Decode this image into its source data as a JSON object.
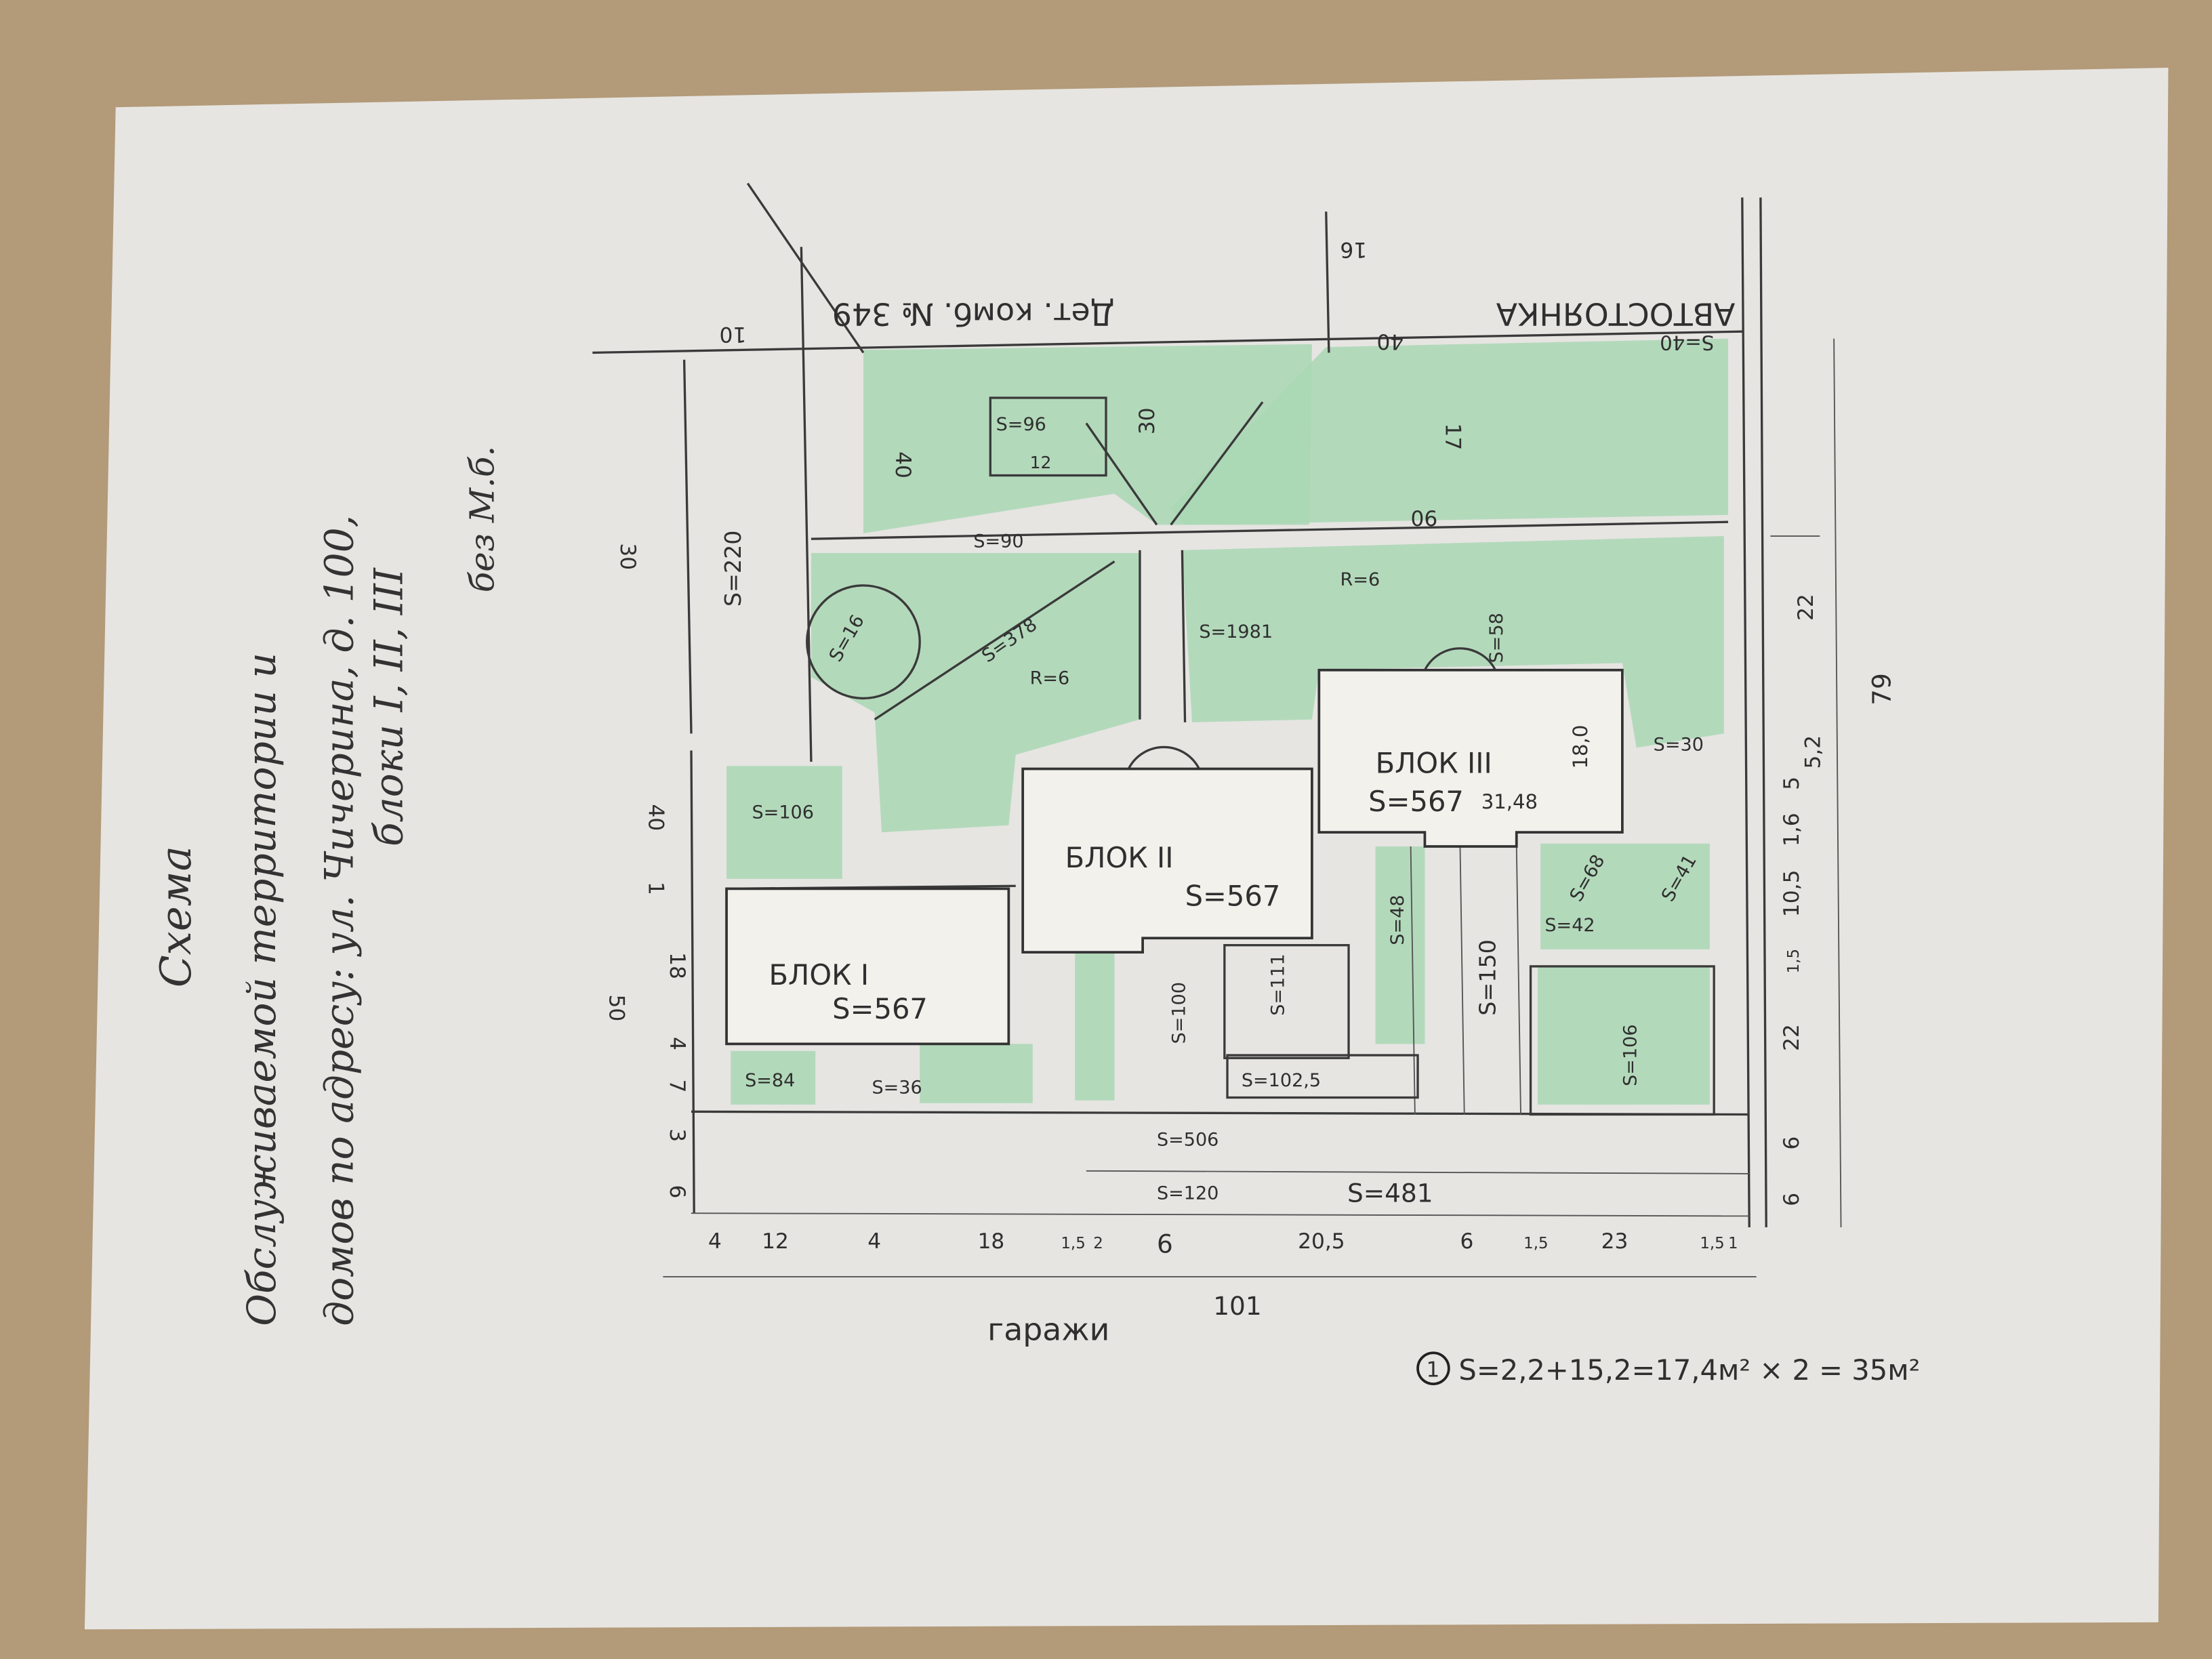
{
  "caption": {
    "line1": "Схема",
    "line2": "Обслуживаемой территории и",
    "line3": "домов по адресу: ул. Чичерина, д. 100,",
    "line4": "блоки I, II, III",
    "note": "без М.б."
  },
  "neighbors": {
    "kindergarten": "Дет. комб. № 349",
    "parking": "АВТОСТОЯНКА",
    "parking_area": "S=40",
    "garages": "гаражи"
  },
  "blocks": [
    {
      "label": "БЛОК I",
      "area": "S=567"
    },
    {
      "label": "БЛОК II",
      "area": "S=567"
    },
    {
      "label": "БЛОК III",
      "area": "S=567",
      "dims": [
        "18,0",
        "31,48"
      ]
    }
  ],
  "areas": [
    "S=96",
    "S=1981",
    "S=378",
    "S=90",
    "S=506",
    "S=481",
    "S=120",
    "S=150",
    "S=100",
    "S=102,5",
    "S=111",
    "S=84",
    "S=36",
    "S=106",
    "S=68",
    "S=42",
    "S=41",
    "S=106",
    "S=30",
    "S=58",
    "S=48",
    "S=220",
    "S=16"
  ],
  "radii": [
    "R=6",
    "R=6"
  ],
  "dimensions": {
    "total_width": "101",
    "total_height": "79",
    "bottom": [
      "4",
      "12",
      "4",
      "18",
      "1,5",
      "2",
      "6",
      "20,5",
      "6",
      "1,5",
      "23",
      "1,5",
      "1"
    ],
    "left": [
      "30",
      "40",
      "1",
      "18",
      "50",
      "4",
      "7",
      "3",
      "6"
    ],
    "right": [
      "6",
      "6",
      "22",
      "1,5",
      "10,5",
      "1,6",
      "5",
      "5,2",
      "22"
    ],
    "top": [
      "10",
      "40",
      "16",
      "30",
      "40",
      "17",
      "90",
      "12"
    ]
  },
  "formula": {
    "marker": "1",
    "text": "S=2,2+15,2=17,4м² × 2 = 35м²"
  }
}
